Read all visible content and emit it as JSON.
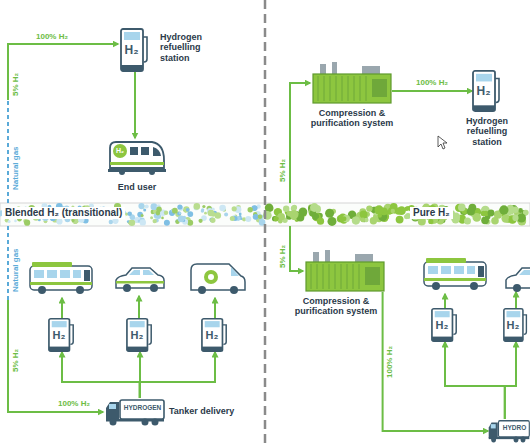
{
  "diagram": {
    "nodes": [
      {
        "text": [
          "H₂",
          "Hydrogen refuelling station"
        ]
      },
      {
        "text": [
          "H₂",
          "End user"
        ]
      },
      {
        "text": [
          "Compression & purification system"
        ]
      },
      {
        "text": [
          "H₂",
          "Hydrogen refuelling station"
        ]
      },
      {
        "text": [
          "H₂"
        ]
      },
      {
        "text": [
          "H₂"
        ]
      },
      {
        "text": [
          "H₂"
        ]
      },
      {
        "text": [
          "HYDROGEN",
          "Tanker delivery"
        ]
      },
      {
        "text": [
          "Compression & purification system"
        ]
      },
      {
        "text": [
          "HYDRO"
        ]
      },
      {
        "text": [
          "H₂"
        ]
      },
      {
        "text": [
          "H₂"
        ]
      }
    ],
    "edges": [
      {
        "from": 0,
        "to": 1,
        "arrow": "to"
      },
      {
        "from": 2,
        "to": 3,
        "label": "100% H₂",
        "arrow": "to"
      },
      {
        "from": 7,
        "to": 4,
        "arrow": "to"
      },
      {
        "from": 7,
        "to": 5,
        "arrow": "to"
      },
      {
        "from": 7,
        "to": 6,
        "arrow": "to"
      },
      {
        "from": 8,
        "to": 9,
        "label": "100% H₂",
        "arrow": "to"
      },
      {
        "from": 9,
        "to": 10,
        "arrow": "to"
      },
      {
        "from": 9,
        "to": 11,
        "arrow": "to"
      }
    ],
    "labels": [
      "100% H₂",
      "5% H₂",
      "Natural gas",
      "Blended H₂ (transitional)",
      "Pure H₂",
      "5% H₂",
      "Natural gas",
      "5% H₂",
      "100% H₂",
      "5% H₂"
    ]
  }
}
